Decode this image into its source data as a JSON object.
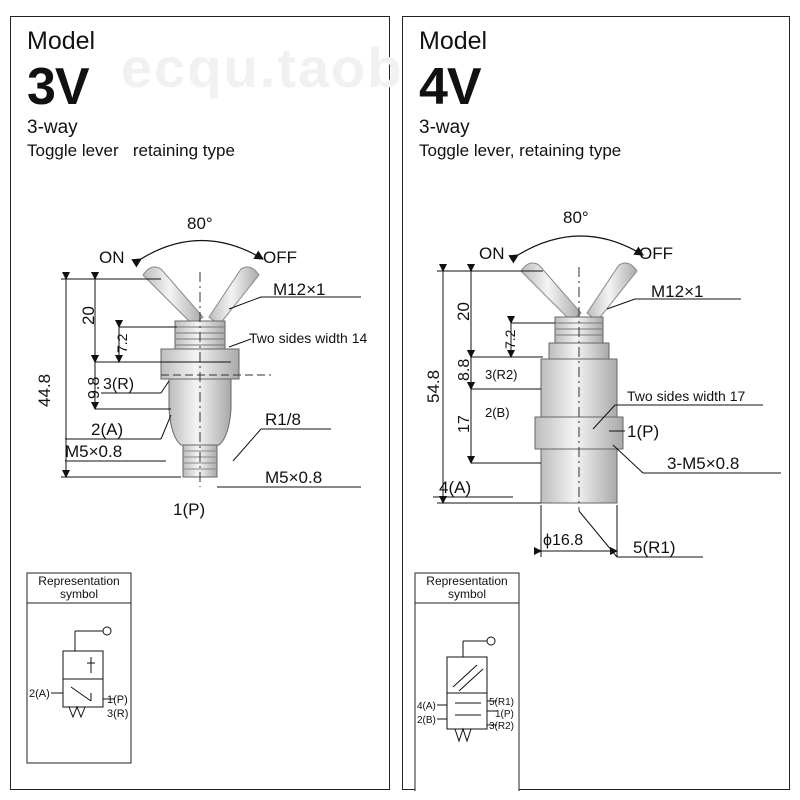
{
  "watermark": "ecqu.taobao.com",
  "left": {
    "model_label": "Model",
    "model_code": "3V",
    "ports_title": "3-way",
    "type_label": "Toggle lever   retaining type",
    "angle": "80°",
    "on_label": "ON",
    "off_label": "OFF",
    "dim_total": "44.8",
    "dim_20": "20",
    "dim_72": "7.2",
    "dim_98": "9.8",
    "thread_top": "M12×1",
    "width_label": "Two sides width 14",
    "port_3": "3(R)",
    "port_2": "2(A)",
    "port_m5": "M5×0.8",
    "thread_r": "R1/8",
    "port_m5_b": "M5×0.8",
    "port_1": "1(P)",
    "symbol_title": "Representation symbol",
    "sym_port_2": "2(A)",
    "sym_port_1": "1(P)",
    "sym_port_3": "3(R)"
  },
  "right": {
    "model_label": "Model",
    "model_code": "4V",
    "ports_title": "3-way",
    "type_label": "Toggle lever, retaining type",
    "angle": "80°",
    "on_label": "ON",
    "off_label": "OFF",
    "dim_total": "54.8",
    "dim_20": "20",
    "dim_72": "7.2",
    "dim_88": "8.8",
    "dim_17": "17",
    "thread_top": "M12×1",
    "port_3": "3(R2)",
    "port_2": "2(B)",
    "width_label": "Two sides width 17",
    "port_1": "1(P)",
    "port_m5": "3-M5×0.8",
    "port_4": "4(A)",
    "dia": "ϕ16.8",
    "port_5": "5(R1)",
    "symbol_title": "Representation symbol",
    "sym_port_4": "4(A)",
    "sym_port_2": "2(B)",
    "sym_port_5": "5(R1)",
    "sym_port_1": "1(P)",
    "sym_port_3": "3(R2)"
  }
}
